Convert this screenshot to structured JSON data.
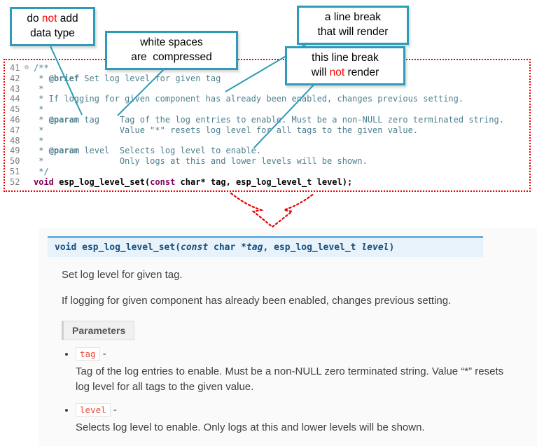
{
  "colors": {
    "callout_border": "#2e9bb8",
    "callout_red_text": "#ff0000",
    "code_dotted_border": "#ec0000",
    "arrow_red": "#e60000",
    "comment_teal": "#4d7f8f",
    "keyword_maroon": "#7f0055",
    "sig_background": "#e7f2fa",
    "sig_top_border": "#6ab0de",
    "literal_red": "#e74c3c",
    "docs_background": "#fafafa"
  },
  "callouts": [
    {
      "name": "no-datatype",
      "segments": [
        {
          "text": "do "
        },
        {
          "text": "not",
          "red": true
        },
        {
          "text": " add"
        },
        {
          "br": true
        },
        {
          "text": "data type"
        }
      ]
    },
    {
      "name": "whitespace-compressed",
      "segments": [
        {
          "text": "white spaces"
        },
        {
          "br": true
        },
        {
          "text": "are  compressed"
        }
      ]
    },
    {
      "name": "linebreak-renders",
      "segments": [
        {
          "text": "a line break"
        },
        {
          "br": true
        },
        {
          "text": "that will render"
        }
      ]
    },
    {
      "name": "linebreak-not-render",
      "segments": [
        {
          "text": "this line break"
        },
        {
          "br": true
        },
        {
          "text": "will "
        },
        {
          "text": "not",
          "red": true
        },
        {
          "text": " render"
        }
      ]
    }
  ],
  "code": {
    "fold_icon": "⊖",
    "lines": [
      {
        "num": "41",
        "fold": "⊖",
        "segments": [
          {
            "t": "/**",
            "c": "cm"
          }
        ]
      },
      {
        "num": "42",
        "segments": [
          {
            "t": " * ",
            "c": "cm"
          },
          {
            "t": "@brief",
            "c": "tag"
          },
          {
            "t": " Set log level for given tag",
            "c": "cm"
          }
        ]
      },
      {
        "num": "43",
        "segments": [
          {
            "t": " *",
            "c": "cm"
          }
        ]
      },
      {
        "num": "44",
        "segments": [
          {
            "t": " * If logging for given component has already been enabled, changes previous setting.",
            "c": "cm"
          }
        ]
      },
      {
        "num": "45",
        "segments": [
          {
            "t": " *",
            "c": "cm"
          }
        ]
      },
      {
        "num": "46",
        "segments": [
          {
            "t": " * ",
            "c": "cm"
          },
          {
            "t": "@param",
            "c": "tag"
          },
          {
            "t": " tag    Tag of the log entries to enable. Must be a non-NULL zero terminated string.",
            "c": "cm"
          }
        ]
      },
      {
        "num": "47",
        "segments": [
          {
            "t": " *               Value \"*\" resets log level for all tags to the given value.",
            "c": "cm"
          }
        ]
      },
      {
        "num": "48",
        "segments": [
          {
            "t": " *",
            "c": "cm"
          }
        ]
      },
      {
        "num": "49",
        "segments": [
          {
            "t": " * ",
            "c": "cm"
          },
          {
            "t": "@param",
            "c": "tag"
          },
          {
            "t": " level  Selects log level to enable.",
            "c": "cm"
          }
        ]
      },
      {
        "num": "50",
        "segments": [
          {
            "t": " *               Only logs at this and lower levels will be shown.",
            "c": "cm"
          }
        ]
      },
      {
        "num": "51",
        "segments": [
          {
            "t": " */",
            "c": "cm"
          }
        ]
      },
      {
        "num": "52",
        "segments": [
          {
            "t": "void",
            "c": "kw"
          },
          {
            "t": " ",
            "c": "pl"
          },
          {
            "t": "esp_log_level_set",
            "c": "fn"
          },
          {
            "t": "(",
            "c": "pl"
          },
          {
            "t": "const",
            "c": "kw"
          },
          {
            "t": " char* tag, esp_log_level_t level);",
            "c": "pl"
          }
        ]
      }
    ]
  },
  "docs": {
    "signature": [
      {
        "t": "void",
        "c": "kw"
      },
      {
        "t": " ",
        "c": "pl"
      },
      {
        "t": "esp_log_level_set",
        "c": "fn"
      },
      {
        "t": "(",
        "c": "pl"
      },
      {
        "t": "const",
        "c": "kwi"
      },
      {
        "t": " char *",
        "c": "pl"
      },
      {
        "t": "tag",
        "c": "arg"
      },
      {
        "t": ", esp_log_level_t ",
        "c": "pl"
      },
      {
        "t": "level",
        "c": "arg"
      },
      {
        "t": ")",
        "c": "pl"
      }
    ],
    "p1": "Set log level for given tag.",
    "p2": "If logging for given component has already been enabled, changes previous setting.",
    "params_label": "Parameters",
    "params": [
      {
        "name": "tag",
        "dash": " - ",
        "desc": "Tag of the log entries to enable. Must be a non-NULL zero terminated string. Value “*” resets log level for all tags to the given value."
      },
      {
        "name": "level",
        "dash": " - ",
        "desc": "Selects log level to enable. Only logs at this and lower levels will be shown."
      }
    ]
  }
}
